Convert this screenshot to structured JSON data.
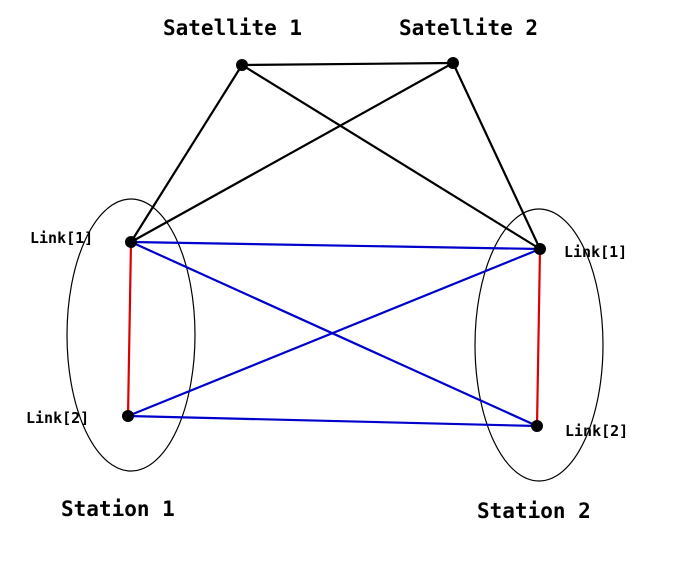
{
  "colors": {
    "satellite_link": "#000000",
    "station_internal": "#dd0000",
    "inter_station": "#0000cc"
  },
  "satellites": {
    "s1": {
      "label": "Satellite 1"
    },
    "s2": {
      "label": "Satellite 2"
    }
  },
  "stations": {
    "st1": {
      "label": "Station 1",
      "link1": "Link[1]",
      "link2": "Link[2]"
    },
    "st2": {
      "label": "Station 2",
      "link1": "Link[1]",
      "link2": "Link[2]"
    }
  },
  "edges": [
    {
      "from": "sat1",
      "to": "sat2",
      "kind": "satellite_link"
    },
    {
      "from": "sat1",
      "to": "st1_l1",
      "kind": "satellite_link"
    },
    {
      "from": "sat1",
      "to": "st2_l1",
      "kind": "satellite_link"
    },
    {
      "from": "sat2",
      "to": "st1_l1",
      "kind": "satellite_link"
    },
    {
      "from": "sat2",
      "to": "st2_l1",
      "kind": "satellite_link"
    },
    {
      "from": "st1_l1",
      "to": "st1_l2",
      "kind": "station_internal"
    },
    {
      "from": "st2_l1",
      "to": "st2_l2",
      "kind": "station_internal"
    },
    {
      "from": "st1_l1",
      "to": "st2_l1",
      "kind": "inter_station"
    },
    {
      "from": "st1_l1",
      "to": "st2_l2",
      "kind": "inter_station"
    },
    {
      "from": "st1_l2",
      "to": "st2_l1",
      "kind": "inter_station"
    },
    {
      "from": "st1_l2",
      "to": "st2_l2",
      "kind": "inter_station"
    }
  ]
}
